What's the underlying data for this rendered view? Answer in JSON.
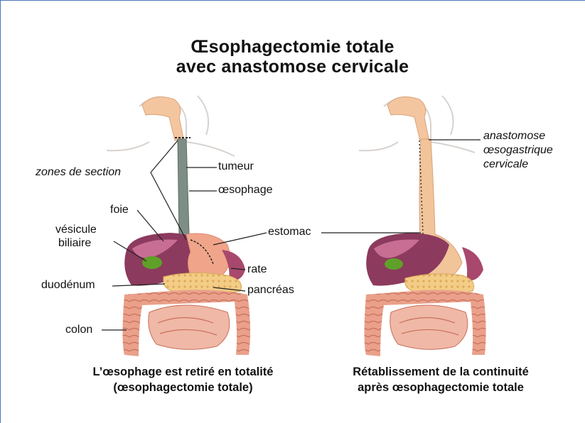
{
  "title": {
    "line1": "Œsophagectomie totale",
    "line2": "avec anastomose cervicale"
  },
  "left_figure": {
    "labels": {
      "zones_de_section": "zones de section",
      "tumeur": "tumeur",
      "oesophage": "œsophage",
      "foie": "foie",
      "vesicule": "vésicule",
      "biliaire": "biliaire",
      "estomac": "estomac",
      "rate": "rate",
      "duodenum": "duodénum",
      "pancreas": "pancréas",
      "colon": "colon"
    },
    "caption": {
      "line1": "L’œsophage est retiré en totalité",
      "line2": "(œsophagectomie totale)"
    }
  },
  "right_figure": {
    "labels": {
      "anastomose": "anastomose",
      "oesogastrique": "œsogastrique",
      "cervicale": "cervicale"
    },
    "caption": {
      "line1": "Rétablissement de la continuité",
      "line2": "après œsophagectomie totale"
    }
  },
  "colors": {
    "skin_outline": "#d8d2cf",
    "oesophagus": "#f2c49a",
    "removed_oesophagus": "#7d8e86",
    "liver": "#8c3a5e",
    "liver_light": "#c86e92",
    "gallbladder": "#5fa028",
    "stomach": "#f0a58a",
    "pancreas": "#f2c878",
    "intestine": "#e89a84",
    "frame_border": "#4a78b8"
  }
}
